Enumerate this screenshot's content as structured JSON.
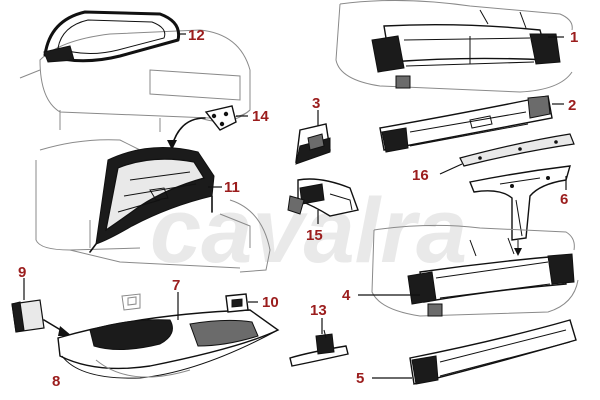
{
  "diagram": {
    "watermark": "cavalra",
    "callouts": [
      "1",
      "2",
      "3",
      "4",
      "5",
      "6",
      "7",
      "8",
      "9",
      "10",
      "11",
      "12",
      "13",
      "14",
      "15",
      "16"
    ]
  },
  "colors": {
    "callout": "#9b1d1d",
    "line": "#111111",
    "ghost": "#8a8a8a"
  }
}
